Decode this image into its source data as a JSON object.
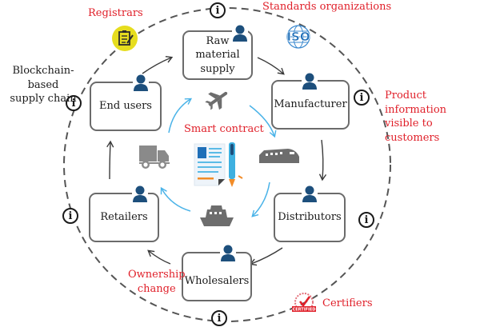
{
  "diagram": {
    "title_label": [
      "Blockchain-based",
      "supply chain"
    ],
    "center_label": "Smart contract",
    "nodes": [
      {
        "id": "raw-material-supply",
        "lines": [
          "Raw",
          "material",
          "supply"
        ]
      },
      {
        "id": "manufacturer",
        "lines": [
          "Manufacturer"
        ]
      },
      {
        "id": "distributors",
        "lines": [
          "Distributors"
        ]
      },
      {
        "id": "wholesalers",
        "lines": [
          "Wholesalers"
        ]
      },
      {
        "id": "retailers",
        "lines": [
          "Retailers"
        ]
      },
      {
        "id": "end-users",
        "lines": [
          "End users"
        ]
      }
    ],
    "annotations": {
      "registrars": "Registrars",
      "standards": "Standards organizations",
      "product_info": [
        "Product information",
        "visible to customers"
      ],
      "certifiers": "Certifiers",
      "ownership": [
        "Ownership",
        "change"
      ]
    },
    "info_badge_glyph": "i",
    "iso_logo_text": "ISO",
    "certified_stamp_text": "CERTIFIED",
    "flow_order": [
      "Raw material supply",
      "Manufacturer",
      "Distributors",
      "Wholesalers",
      "Retailers",
      "End users"
    ],
    "transport_icons": [
      "airplane-icon",
      "train-icon",
      "ship-icon",
      "truck-icon"
    ],
    "colors": {
      "annotation_red": "#e0202a",
      "person_blue": "#1d4f7c",
      "flow_arrow_blue": "#4ab3e8",
      "dashed_ring": "#555555",
      "registrar_yellow": "#e6dd1e",
      "iso_blue": "#1f6fb8"
    }
  }
}
